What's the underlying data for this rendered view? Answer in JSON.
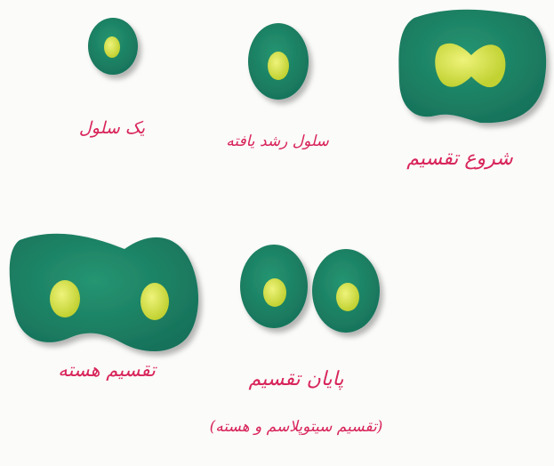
{
  "stages": [
    {
      "id": "single-cell",
      "label": "یک سلول"
    },
    {
      "id": "grown-cell",
      "label": "سلول رشد یافته"
    },
    {
      "id": "division-start",
      "label": "شروع تقسیم"
    },
    {
      "id": "nucleus-division",
      "label": "تقسیم هسته"
    },
    {
      "id": "division-end",
      "label": "پایان تقسیم",
      "note": "(تقسیم سیتوپلاسم و هسته)"
    }
  ],
  "colors": {
    "cytoplasm": "#1f8a6a",
    "cytoplasm_dark": "#17715a",
    "nucleus": "#c9d83a",
    "nucleus_light": "#e6ee6a",
    "label": "#d8245a",
    "background": "#fbfbf9"
  }
}
